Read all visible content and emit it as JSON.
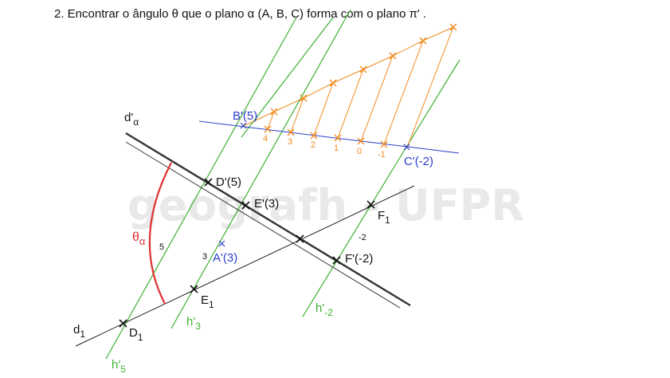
{
  "title": "2. Encontrar o ângulo θ que o plano  α (A, B, C) forma com o plano  π′ .",
  "watermark": "geografh - UFPR",
  "colors": {
    "green": "#3cb030",
    "orange": "#f08a1c",
    "blue": "#2b3fcc",
    "red": "#e03030",
    "dark": "#222222"
  },
  "labels": {
    "d_alpha_main": "d'",
    "d_alpha_sub": "α",
    "d1_main": "d",
    "d1_sub": "1",
    "D_prime": "D'(5)",
    "E_prime": "E'(3)",
    "F_prime": "F'(-2)",
    "A_prime": "A'(3)",
    "B_prime": "B'(5)",
    "C_prime": "C'(-2)",
    "D1_main": "D",
    "D1_sub": "1",
    "E1_main": "E",
    "E1_sub": "1",
    "F1_main": "F",
    "F1_sub": "1",
    "h5_main": "h'",
    "h5_sub": "5",
    "h3_main": "h'",
    "h3_sub": "3",
    "hm2_main": "h'",
    "hm2_sub": "-2",
    "theta_main": "θ",
    "theta_sub": "α",
    "num_5": "5",
    "num_3": "3",
    "num_m2": "-2"
  },
  "scale_labels": [
    "4",
    "3",
    "2",
    "1",
    "0",
    "-1"
  ]
}
